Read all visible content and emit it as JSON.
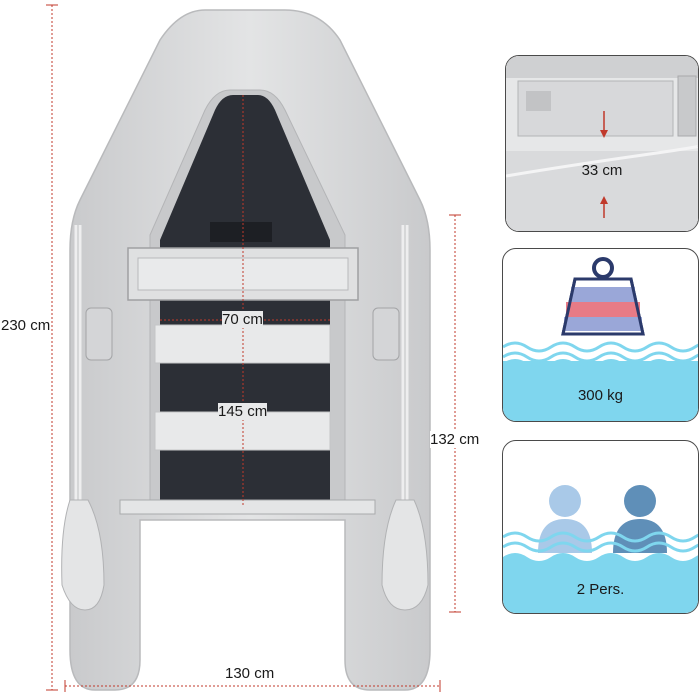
{
  "dimensions": {
    "length": "230 cm",
    "width": "130 cm",
    "inner_length": "132 cm",
    "seat_width": "70 cm",
    "floor_length": "145 cm",
    "tube_height": "33 cm"
  },
  "panels": {
    "capacity_load": "300 kg",
    "capacity_persons": "2 Pers."
  },
  "colors": {
    "dimension_line": "#c0392b",
    "boat_hull": "#d9dadb",
    "floor": "#2c2f36",
    "water": "#7fd6ee",
    "person_light": "#a9c9e8",
    "person_dark": "#5f8fb8",
    "weight_pink": "#e87b86",
    "weight_blue": "#9aa7d8",
    "weight_outline": "#2b3a6b"
  },
  "icons": [
    "boat-image",
    "weight-icon",
    "person-icon",
    "waves-icon"
  ]
}
